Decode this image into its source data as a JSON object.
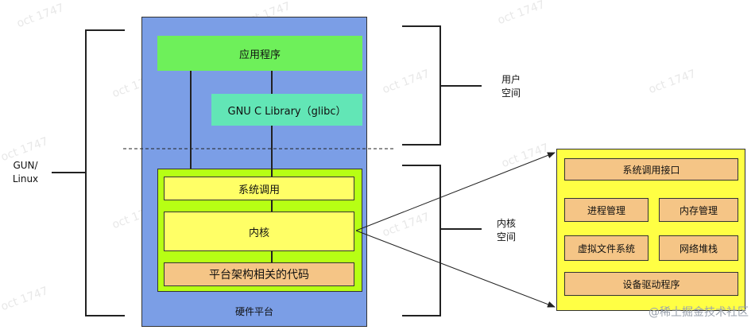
{
  "diagram": {
    "hardware_platform": "硬件平台",
    "app": "应用程序",
    "glibc": "GNU C Library（glibc）",
    "syscall": "系统调用",
    "kernel": "内核",
    "arch_code": "平台架构相关的代码",
    "gnu_linux_line1": "GUN/",
    "gnu_linux_line2": "Linux",
    "user_space_line1": "用户",
    "user_space_line2": "空间",
    "kernel_space_line1": "内核",
    "kernel_space_line2": "空间",
    "detail": {
      "syscall_interface": "系统调用接口",
      "process_mgmt": "进程管理",
      "memory_mgmt": "内存管理",
      "vfs": "虚拟文件系统",
      "network_stack": "网络堆栈",
      "device_drivers": "设备驱动程序"
    }
  },
  "watermark": "oct 1747",
  "brand": "@稀土掘金技术社区"
}
